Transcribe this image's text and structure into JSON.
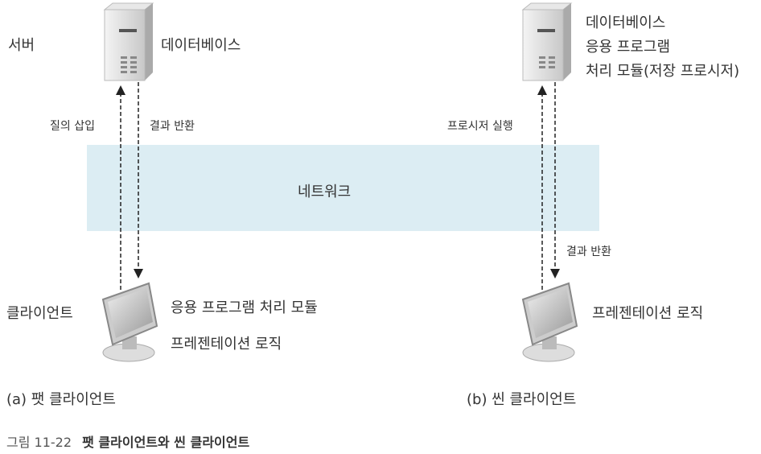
{
  "colors": {
    "network_band": "#dcedf3",
    "text": "#333333"
  },
  "fat": {
    "server_label": "서버",
    "server_role": "데이터베이스",
    "arrow_up_label": "질의 삽입",
    "arrow_down_label": "결과 반환",
    "client_label": "클라이언트",
    "client_roles": [
      "응용 프로그램 처리 모듈",
      "프레젠테이션 로직"
    ],
    "caption": "(a) 팻 클라이언트"
  },
  "network_label": "네트워크",
  "thin": {
    "server_roles": [
      "데이터베이스",
      "응용 프로그램",
      "처리 모듈(저장 프로시저)"
    ],
    "arrow_up_label": "프로시저 실행",
    "arrow_down_label": "결과 반환",
    "client_role": "프레젠테이션 로직",
    "caption": "(b) 씬 클라이언트"
  },
  "figure": {
    "number": "그림 11-22",
    "title": "팻 클라이언트와 씬 클라이언트"
  }
}
